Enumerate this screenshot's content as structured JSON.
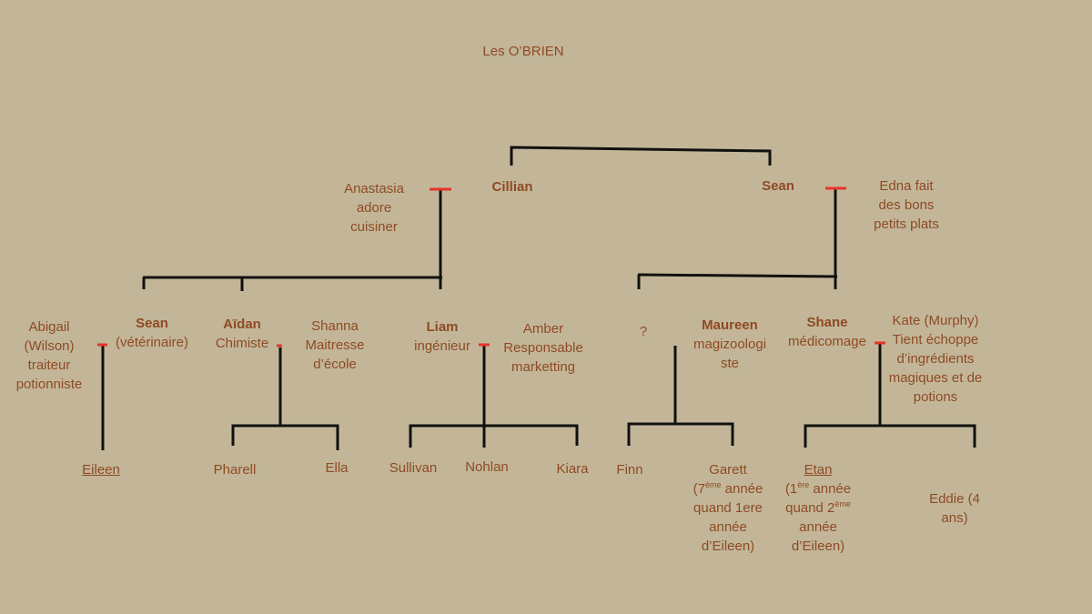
{
  "title": "Les O’BRIEN",
  "gen1": {
    "cillian": {
      "name": "Cillian",
      "spouse": [
        "Anastasia",
        "adore",
        "cuisiner"
      ]
    },
    "sean": {
      "name": "Sean",
      "spouse": [
        "Edna fait",
        "des bons",
        "petits plats"
      ]
    }
  },
  "gen2": {
    "sean": {
      "name": "Sean",
      "desc": "(vétérinaire)"
    },
    "abigail": [
      "Abigail",
      "(Wilson)",
      "traiteur",
      "potionniste"
    ],
    "aidan": {
      "name": "Aïdan",
      "desc": "Chimiste"
    },
    "shanna": [
      "Shanna",
      "Maitresse",
      "d’école"
    ],
    "liam": {
      "name": "Liam",
      "desc": "ingénieur"
    },
    "amber": [
      "Amber",
      "Responsable",
      "marketting"
    ],
    "unknown": "?",
    "maureen": {
      "name": "Maureen",
      "desc": [
        "magizoologi",
        "ste"
      ]
    },
    "shane": {
      "name": "Shane",
      "desc": "médicomage"
    },
    "kate": [
      "Kate (Murphy)",
      "Tient échoppe",
      "d’ingrédients",
      "magiques et de",
      "potions"
    ]
  },
  "gen3": {
    "eileen": "Eileen",
    "pharell": "Pharell",
    "ella": "Ella",
    "sullivan": "Sullivan",
    "nohlan": "Nohlan",
    "kiara": "Kiara",
    "finn": "Finn",
    "garett": {
      "l1": "Garett",
      "l2a": "(7",
      "l2sup": "ème",
      "l2b": " année",
      "l3": "quand 1ere",
      "l4": "année",
      "l5": "d’Eileen)"
    },
    "etan": {
      "l1": "Etan",
      "l2a": "(1",
      "l2sup": "ère",
      "l2b": " année",
      "l3a": "quand 2",
      "l3sup": "ème",
      "l4": "année",
      "l5": "d’Eileen)"
    },
    "eddie": [
      "Eddie (4",
      "ans)"
    ]
  },
  "colors": {
    "background": "#c3b698",
    "text": "#8e4a24",
    "line": "#111111",
    "marriage": "#e8342a"
  }
}
